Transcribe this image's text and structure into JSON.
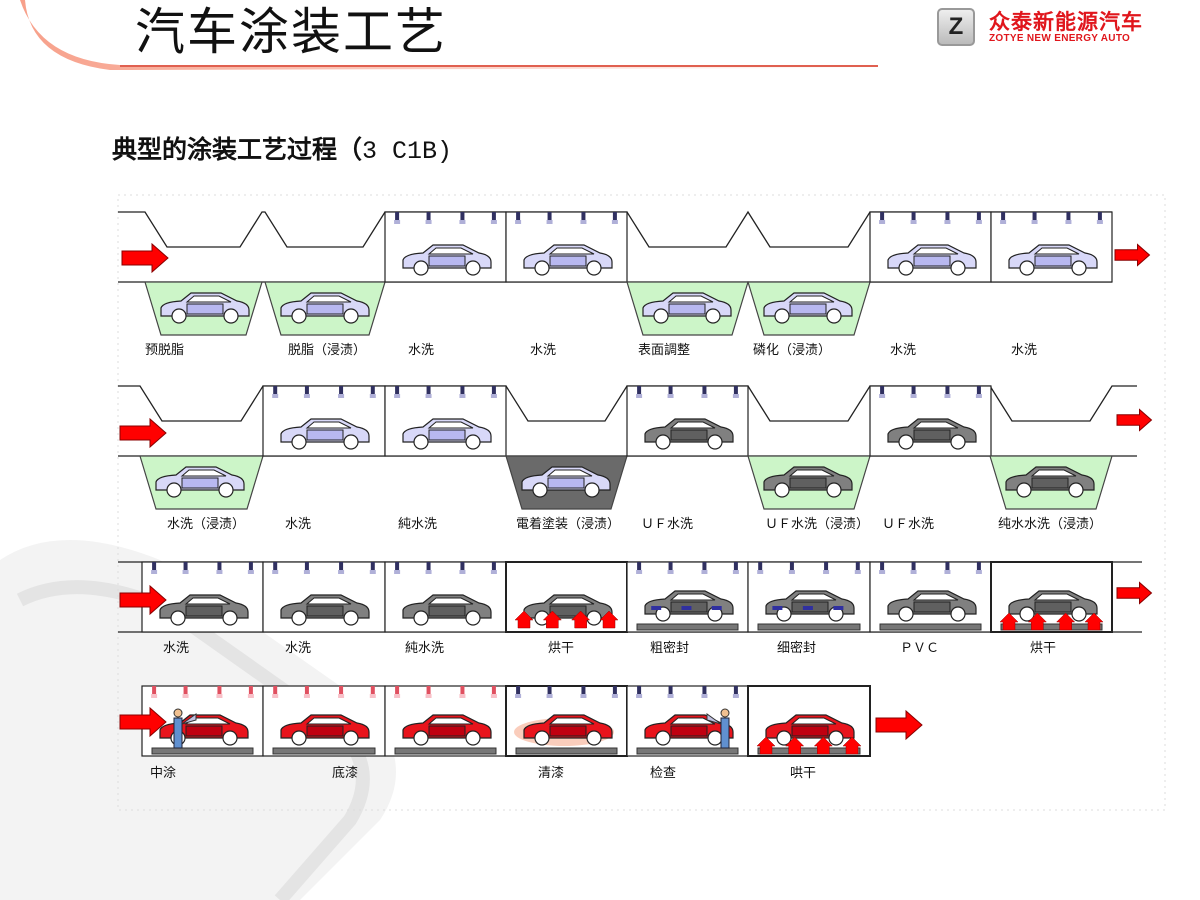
{
  "header": {
    "title": "汽车涂装工艺",
    "logo_cn": "众泰新能源汽车",
    "logo_en": "ZOTYE NEW ENERGY AUTO",
    "logo_mark": "Z"
  },
  "subtitle": {
    "text": "典型的涂装工艺过程（",
    "suffix": "3 C1B)"
  },
  "colors": {
    "accent": "#e0161c",
    "tank": "#ccf5c8",
    "car_blue": "#d8d8f8",
    "car_grey": "#808080",
    "car_red": "#e8141c"
  },
  "rows": [
    {
      "labels": [
        "预脱脂",
        "脱脂（浸渍）",
        "水洗",
        "水洗",
        "表面調整",
        "磷化（浸渍）",
        "水洗",
        "水洗"
      ]
    },
    {
      "labels": [
        "水洗（浸渍）",
        "水洗",
        "純水洗",
        "電着塗装（浸渍）",
        "ＵＦ水洗",
        "ＵＦ水洗（浸渍）",
        "ＵＦ水洗",
        "纯水水洗（浸渍）"
      ]
    },
    {
      "labels": [
        "水洗",
        "水洗",
        "純水洗",
        "烘干",
        "粗密封",
        "细密封",
        "ＰＶＣ",
        "烘干"
      ]
    },
    {
      "labels": [
        "中涂",
        "底漆",
        "清漆",
        "检查",
        "哄干"
      ]
    }
  ]
}
